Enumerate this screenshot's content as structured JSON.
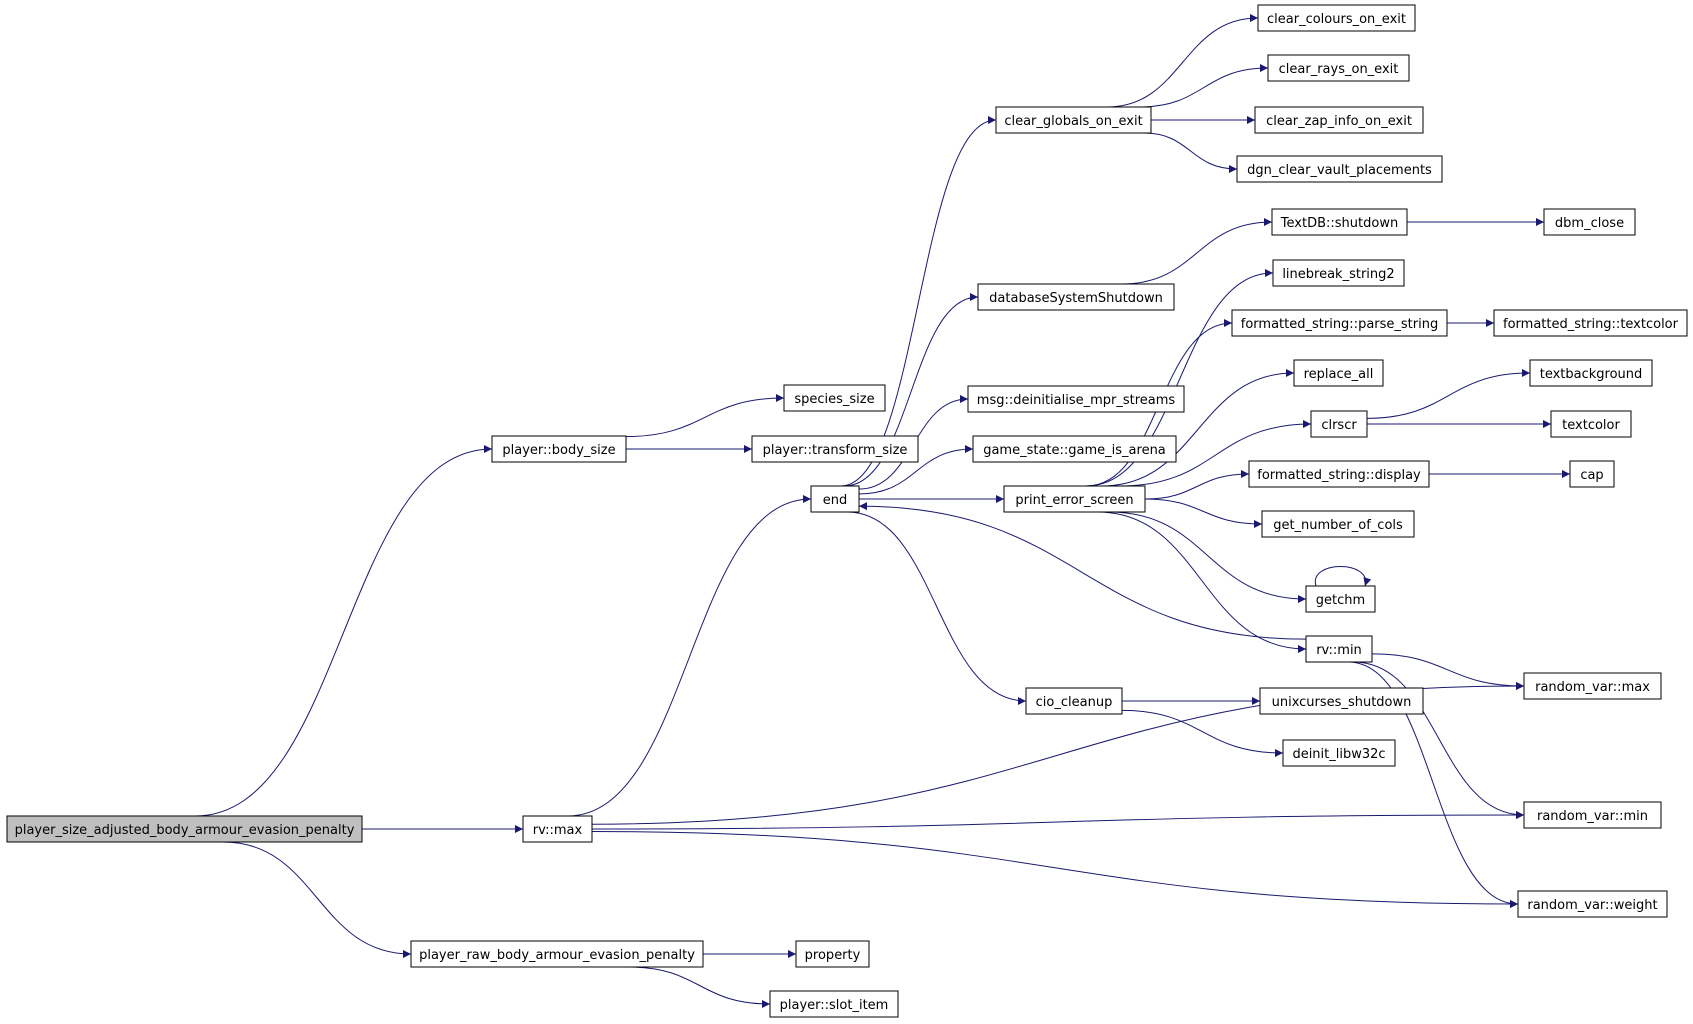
{
  "colors": {
    "edge": "#191970",
    "node_border": "#000000",
    "node_fill": "#ffffff",
    "root_fill": "#bfbfbf",
    "background": "#ffffff"
  },
  "nodes": [
    {
      "id": "root",
      "label": "player_size_adjusted_body_armour_evasion_penalty",
      "root": true
    },
    {
      "id": "body_size",
      "label": "player::body_size"
    },
    {
      "id": "species_size",
      "label": "species_size"
    },
    {
      "id": "transform_size",
      "label": "player::transform_size"
    },
    {
      "id": "rv_max",
      "label": "rv::max"
    },
    {
      "id": "raw_penalty",
      "label": "player_raw_body_armour_evasion_penalty"
    },
    {
      "id": "property",
      "label": "property"
    },
    {
      "id": "slot_item",
      "label": "player::slot_item"
    },
    {
      "id": "end",
      "label": "end"
    },
    {
      "id": "clear_globals",
      "label": "clear_globals_on_exit"
    },
    {
      "id": "clear_colours",
      "label": "clear_colours_on_exit"
    },
    {
      "id": "clear_rays",
      "label": "clear_rays_on_exit"
    },
    {
      "id": "clear_zap",
      "label": "clear_zap_info_on_exit"
    },
    {
      "id": "dgn_clear",
      "label": "dgn_clear_vault_placements"
    },
    {
      "id": "db_shutdown",
      "label": "databaseSystemShutdown"
    },
    {
      "id": "textdb_shutdown",
      "label": "TextDB::shutdown"
    },
    {
      "id": "dbm_close",
      "label": "dbm_close"
    },
    {
      "id": "msg_deinit",
      "label": "msg::deinitialise_mpr_streams"
    },
    {
      "id": "game_arena",
      "label": "game_state::game_is_arena"
    },
    {
      "id": "print_error",
      "label": "print_error_screen"
    },
    {
      "id": "linebreak",
      "label": "linebreak_string2"
    },
    {
      "id": "parse_string",
      "label": "formatted_string::parse_string"
    },
    {
      "id": "fs_textcolor",
      "label": "formatted_string::textcolor"
    },
    {
      "id": "replace_all",
      "label": "replace_all"
    },
    {
      "id": "clrscr",
      "label": "clrscr"
    },
    {
      "id": "textbackground",
      "label": "textbackground"
    },
    {
      "id": "textcolor",
      "label": "textcolor"
    },
    {
      "id": "fs_display",
      "label": "formatted_string::display"
    },
    {
      "id": "cap",
      "label": "cap"
    },
    {
      "id": "get_cols",
      "label": "get_number_of_cols"
    },
    {
      "id": "getchm",
      "label": "getchm"
    },
    {
      "id": "rv_min",
      "label": "rv::min"
    },
    {
      "id": "random_max",
      "label": "random_var::max"
    },
    {
      "id": "random_min",
      "label": "random_var::min"
    },
    {
      "id": "random_weight",
      "label": "random_var::weight"
    },
    {
      "id": "cio_cleanup",
      "label": "cio_cleanup"
    },
    {
      "id": "unix_shutdown",
      "label": "unixcurses_shutdown"
    },
    {
      "id": "deinit_libw32c",
      "label": "deinit_libw32c"
    }
  ],
  "edges": [
    {
      "from": "root",
      "to": "body_size"
    },
    {
      "from": "root",
      "to": "rv_max"
    },
    {
      "from": "root",
      "to": "raw_penalty"
    },
    {
      "from": "body_size",
      "to": "species_size"
    },
    {
      "from": "body_size",
      "to": "transform_size"
    },
    {
      "from": "raw_penalty",
      "to": "property"
    },
    {
      "from": "raw_penalty",
      "to": "slot_item"
    },
    {
      "from": "rv_max",
      "to": "end"
    },
    {
      "from": "rv_max",
      "to": "random_max"
    },
    {
      "from": "rv_max",
      "to": "random_min"
    },
    {
      "from": "rv_max",
      "to": "random_weight"
    },
    {
      "from": "end",
      "to": "clear_globals"
    },
    {
      "from": "end",
      "to": "db_shutdown"
    },
    {
      "from": "end",
      "to": "msg_deinit"
    },
    {
      "from": "end",
      "to": "game_arena"
    },
    {
      "from": "end",
      "to": "print_error"
    },
    {
      "from": "end",
      "to": "cio_cleanup"
    },
    {
      "from": "clear_globals",
      "to": "clear_colours"
    },
    {
      "from": "clear_globals",
      "to": "clear_rays"
    },
    {
      "from": "clear_globals",
      "to": "clear_zap"
    },
    {
      "from": "clear_globals",
      "to": "dgn_clear"
    },
    {
      "from": "db_shutdown",
      "to": "textdb_shutdown"
    },
    {
      "from": "textdb_shutdown",
      "to": "dbm_close"
    },
    {
      "from": "print_error",
      "to": "linebreak"
    },
    {
      "from": "print_error",
      "to": "parse_string"
    },
    {
      "from": "print_error",
      "to": "replace_all"
    },
    {
      "from": "print_error",
      "to": "clrscr"
    },
    {
      "from": "print_error",
      "to": "fs_display"
    },
    {
      "from": "print_error",
      "to": "get_cols"
    },
    {
      "from": "print_error",
      "to": "getchm"
    },
    {
      "from": "print_error",
      "to": "rv_min"
    },
    {
      "from": "parse_string",
      "to": "fs_textcolor"
    },
    {
      "from": "clrscr",
      "to": "textbackground"
    },
    {
      "from": "clrscr",
      "to": "textcolor"
    },
    {
      "from": "fs_display",
      "to": "cap"
    },
    {
      "from": "getchm",
      "to": "getchm"
    },
    {
      "from": "rv_min",
      "to": "end"
    },
    {
      "from": "rv_min",
      "to": "random_max"
    },
    {
      "from": "rv_min",
      "to": "random_min"
    },
    {
      "from": "rv_min",
      "to": "random_weight"
    },
    {
      "from": "cio_cleanup",
      "to": "unix_shutdown"
    },
    {
      "from": "cio_cleanup",
      "to": "deinit_libw32c"
    }
  ]
}
